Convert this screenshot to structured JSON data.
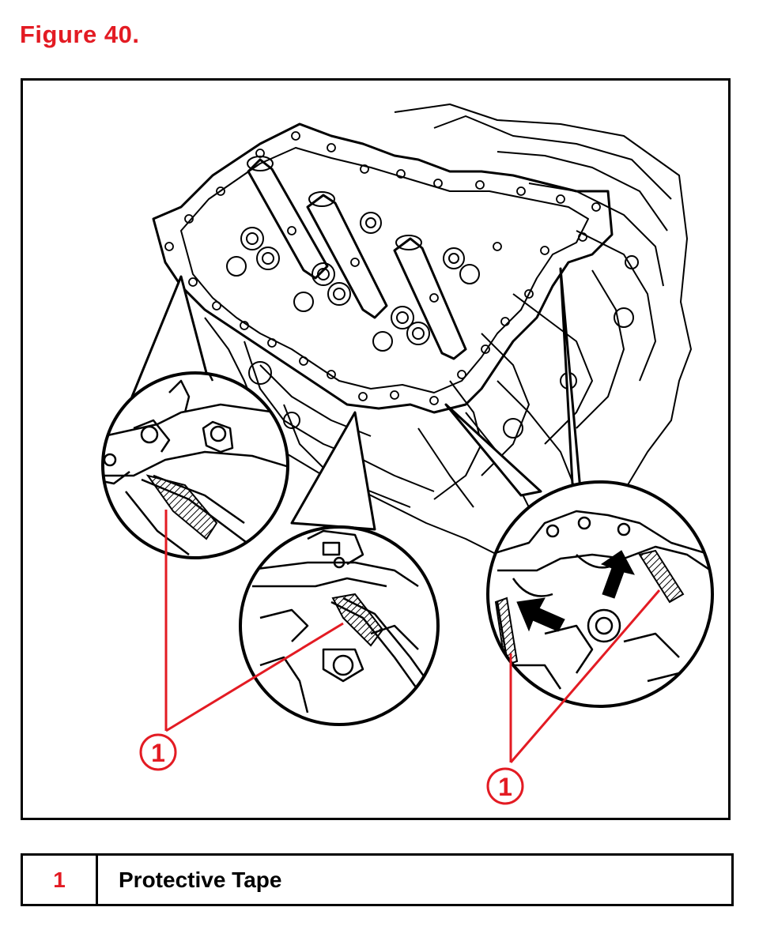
{
  "figure": {
    "title": "Figure 40."
  },
  "callouts": [
    {
      "number": "1"
    },
    {
      "number": "1"
    }
  ],
  "legend": [
    {
      "number": "1",
      "description": "Protective Tape"
    }
  ],
  "colors": {
    "accent": "#e31b23",
    "line": "#000000",
    "background": "#ffffff"
  }
}
